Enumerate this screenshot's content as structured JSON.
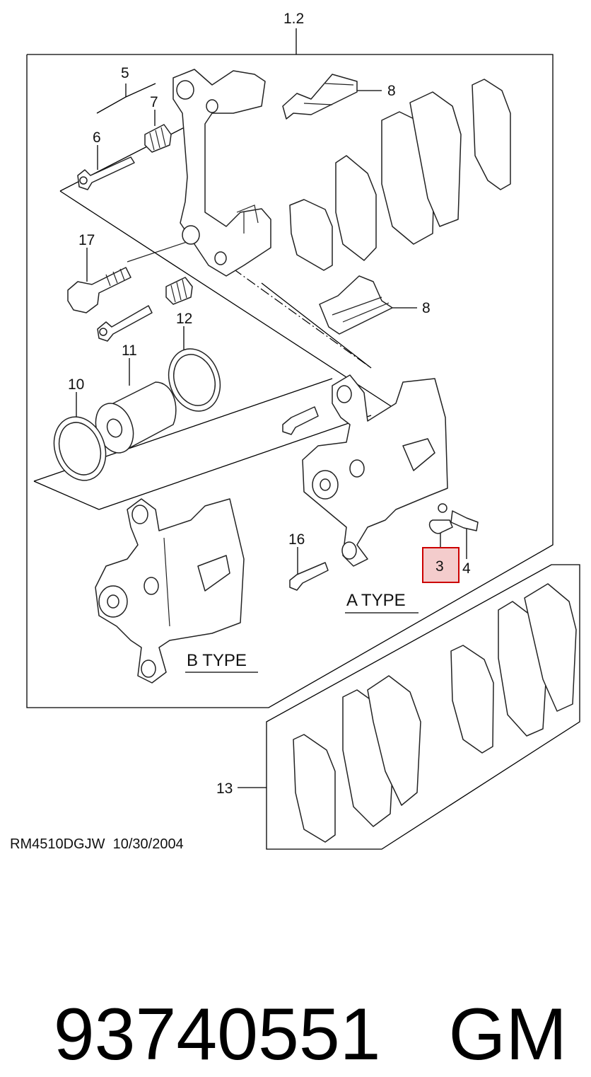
{
  "diagram": {
    "callouts": [
      {
        "id": "c-1-2",
        "text": "1.2"
      },
      {
        "id": "c-5",
        "text": "5"
      },
      {
        "id": "c-7",
        "text": "7"
      },
      {
        "id": "c-6",
        "text": "6"
      },
      {
        "id": "c-8a",
        "text": "8"
      },
      {
        "id": "c-17",
        "text": "17"
      },
      {
        "id": "c-8b",
        "text": "8"
      },
      {
        "id": "c-12",
        "text": "12"
      },
      {
        "id": "c-11",
        "text": "11"
      },
      {
        "id": "c-10",
        "text": "10"
      },
      {
        "id": "c-16",
        "text": "16"
      },
      {
        "id": "c-3",
        "text": "3"
      },
      {
        "id": "c-4",
        "text": "4"
      },
      {
        "id": "c-13",
        "text": "13"
      }
    ],
    "type_labels": {
      "a_type": "A TYPE",
      "b_type": "B TYPE"
    },
    "reference": "RM4510DGJW  10/30/2004",
    "highlight_color": "#f4cccc",
    "highlight_border": "#cc0000"
  },
  "part": {
    "number": "93740551",
    "brand": "GM"
  }
}
